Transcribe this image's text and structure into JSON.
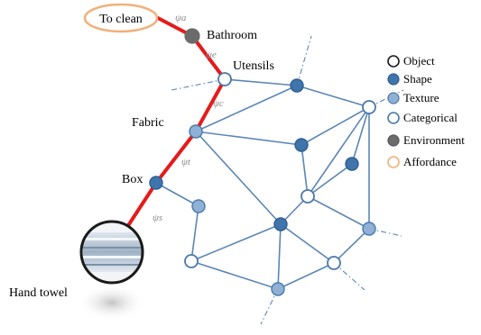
{
  "colors": {
    "object": "#ffffff",
    "shape": "#3f75aa",
    "texture": "#8fb1d6",
    "categorical": "#ffffff",
    "environment": "#6b6b6b",
    "affordance": "#f2b07a",
    "edge": "#5b86b4",
    "path": "#e51b1b",
    "stroke": "#4a78aa"
  },
  "labels": {
    "affordance_box": "To clean",
    "bathroom": "Bathroom",
    "utensils": "Utensils",
    "fabric": "Fabric",
    "box": "Box",
    "hand_towel": "Hand towel"
  },
  "edge_labels": {
    "a": "ψa",
    "e": "ψe",
    "c": "ψc",
    "t": "ψt",
    "s": "ψs"
  },
  "legend": [
    {
      "key": "object",
      "label": "Object"
    },
    {
      "key": "shape",
      "label": "Shape"
    },
    {
      "key": "texture",
      "label": "Texture"
    },
    {
      "key": "categorical",
      "label": "Categorical"
    },
    {
      "key": "environment",
      "label": "Environment"
    },
    {
      "key": "affordance",
      "label": "Affordance"
    }
  ]
}
